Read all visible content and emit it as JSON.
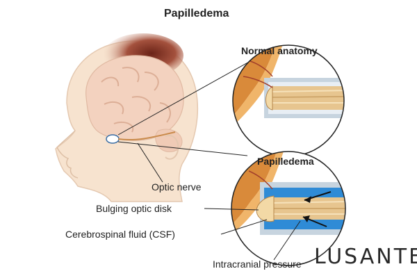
{
  "title": "Papilledema",
  "panels": {
    "normal": "Normal anatomy",
    "papilledema": "Papilledema"
  },
  "labels": {
    "optic_nerve": "Optic nerve",
    "bulging_optic_disk": "Bulging optic disk",
    "csf": "Cerebrospinal fluid (CSF)",
    "intracranial_pressure": "Intracranial pressure"
  },
  "logo": "LUSANTE",
  "colors": {
    "skin": "#f7e3cf",
    "brain": "#f3d2bf",
    "hair": "#8a3d2e",
    "nerve": "#e7c58f",
    "nerve_stripe": "#f6e2bb",
    "eye_wall": "#c9721f",
    "sheath": "#c7d4df",
    "csf_blue": "#2f8bd6",
    "outline": "#222222"
  }
}
